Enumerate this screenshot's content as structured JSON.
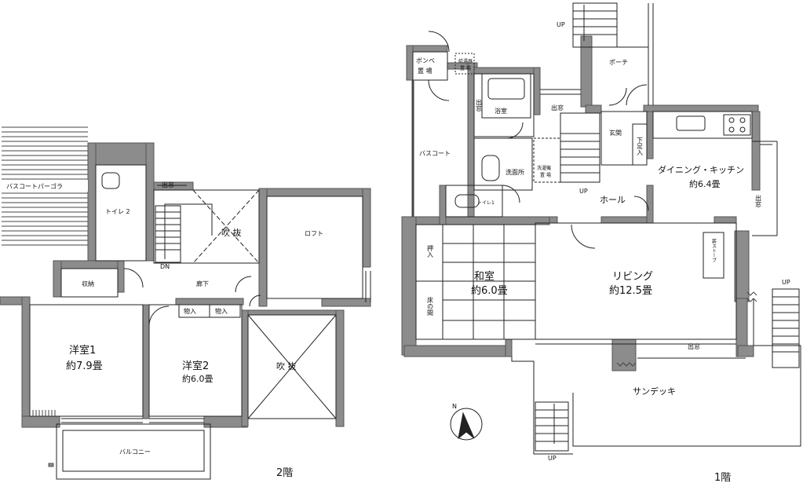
{
  "colors": {
    "wall": "#8c8c8c",
    "wall_edge": "#555555",
    "line": "#222222",
    "background": "#ffffff"
  },
  "floor2": {
    "floor_label": "2階",
    "rooms": {
      "pergola": "バスコートパーゴラ",
      "toilet2": "トイレ 2",
      "demado_top": "出窓",
      "fukinuke_stair": "吹 抜",
      "loft": "ロフト",
      "dn": "DN",
      "shuno": "収納",
      "roka": "廊下",
      "monoire_a": "物入",
      "monoire_b": "物入",
      "yoshitsu1_name": "洋室1",
      "yoshitsu1_size": "約7.9畳",
      "yoshitsu2_name": "洋室2",
      "yoshitsu2_size": "約6.0畳",
      "fukinuke_big": "吹 抜",
      "balcony": "バルコニー"
    }
  },
  "floor1": {
    "floor_label": "1階",
    "rooms": {
      "up_top": "UP",
      "bombe_1": "ボンベ",
      "bombe_2": "置 場",
      "kyutoki_1": "給湯器",
      "kyutoki_2": "置 場",
      "demado_bath": "出窓",
      "yokushitsu": "浴室",
      "demado_mid": "出窓",
      "porch": "ポーチ",
      "bascourt": "バスコート",
      "senmenjo": "洗面所",
      "sentakuki_1": "洗濯機",
      "sentakuki_2": "置 場",
      "genkan": "玄関",
      "getabako": "下足入",
      "up_hall": "UP",
      "hall": "ホール",
      "toilet1": "トイレ1",
      "dk_name": "ダイニング・キッチン",
      "dk_size": "約6.4畳",
      "demado_right": "出窓",
      "makistove": "薪ストーブ",
      "oshiire": "押入",
      "tokonoma": "床の間",
      "washitsu_name": "和室",
      "washitsu_size": "約6.0畳",
      "living_name": "リビング",
      "living_size": "約12.5畳",
      "up_right": "UP",
      "demado_bottom": "出窓",
      "sundeck": "サンデッキ",
      "compass": "N",
      "up_bottom": "UP"
    }
  }
}
